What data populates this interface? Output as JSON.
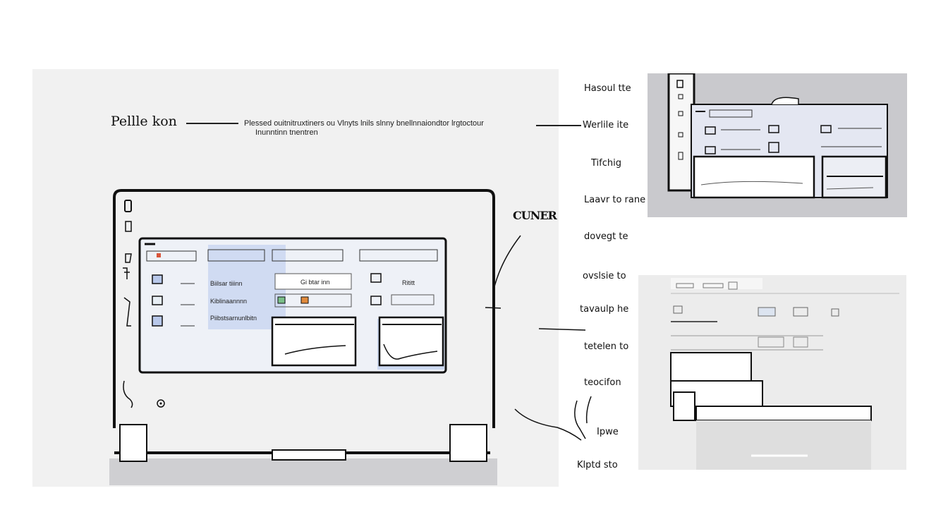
{
  "heading": {
    "title": "Pellle kon",
    "caption_line1": "Plessed ouitnitruxtiners ou Vlnyts lnils  slnny bnellnnaiondtor lrgtoctour",
    "caption_line2": "Inunntinn tnentren"
  },
  "scribble_label": "CUNER",
  "annotations": [
    "Hasoul tte",
    "Werlile ite",
    "Tifchig",
    "Laavr to rane",
    "dovegt te",
    "ovslsie to",
    "tavaulp he",
    "tetelen to",
    "teocifon",
    "Ipwe",
    "Klptd sto"
  ],
  "mockup_left": {
    "rows": [
      "Biilsar tiiinn",
      "Kiblinaannnn",
      "Piibstsarnunlbitn"
    ],
    "middle_label": "Gi btar inn",
    "right_label": "Rititt"
  },
  "colors": {
    "frame": "#111111",
    "panel": "#f1f1f1",
    "accent_blue": "#c8d6f0",
    "accent_red": "#d9553b",
    "accent_orange": "#e08a3c",
    "accent_green": "#7bbf8a"
  }
}
